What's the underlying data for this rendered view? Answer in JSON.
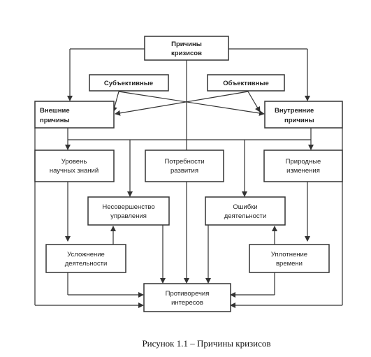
{
  "nodes": {
    "root": [
      "Причины",
      "кризисов"
    ],
    "subjective": [
      "Субъективные"
    ],
    "objective": [
      "Объективные"
    ],
    "external": [
      "Внешние",
      "причины"
    ],
    "internal": [
      "Внутренние",
      "причины"
    ],
    "science": [
      "Уровень",
      "научных знаний"
    ],
    "needs": [
      "Потребности",
      "развития"
    ],
    "nature": [
      "Природные",
      "изменения"
    ],
    "management": [
      "Несовершенство",
      "управления"
    ],
    "errors": [
      "Ошибки",
      "деятельности"
    ],
    "complexity": [
      "Усложнение",
      "деятельности"
    ],
    "time": [
      "Уплотнение",
      "времени"
    ],
    "contradictions": [
      "Противоречия",
      "интересов"
    ]
  },
  "caption": "Рисунок 1.1 – Причины кризисов"
}
